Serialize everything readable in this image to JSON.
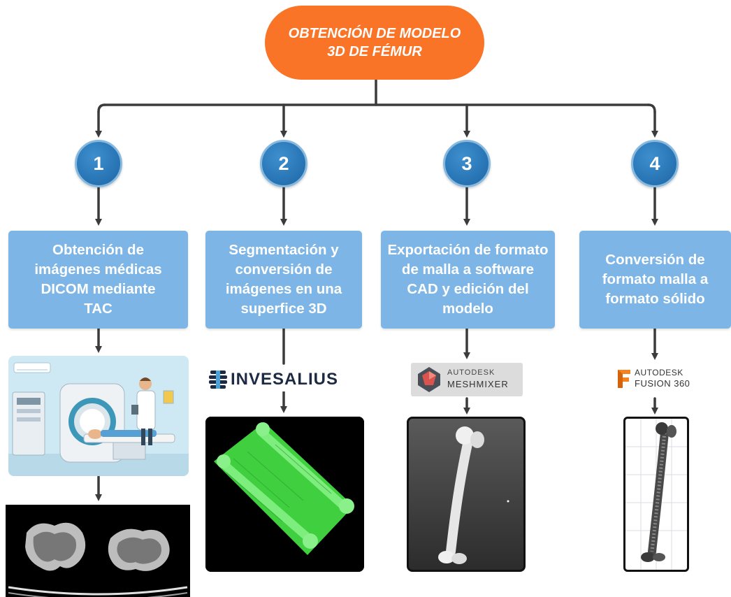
{
  "title": {
    "line1": "OBTENCIÓN DE MODELO",
    "line2": "3D DE FÉMUR",
    "color": "#f97426"
  },
  "colors": {
    "step_box": "#7cb5e6",
    "circle": "#2b78b8",
    "connector": "#3b3b3b"
  },
  "steps": [
    {
      "number": "1",
      "text": "Obtención de imágenes médicas DICOM mediante TAC"
    },
    {
      "number": "2",
      "text": "Segmentación y conversión de imágenes en una superfice 3D"
    },
    {
      "number": "3",
      "text": "Exportación de formato de malla a software CAD y edición del modelo"
    },
    {
      "number": "4",
      "text": "Conversión de formato malla a formato sólido"
    }
  ],
  "logos": {
    "invesalius": "INVESALIUS",
    "meshmixer_brand": "AUTODESK",
    "meshmixer_product": "MESHMIXER",
    "fusion_brand": "AUTODESK",
    "fusion_product": "FUSION 360"
  },
  "icons": {
    "step1_image": "ct-scanner-illustration",
    "step1_scan": "ct-slice-knee",
    "step2_image": "green-femur-mesh",
    "step3_image": "femur-render",
    "step4_image": "femur-wireframe"
  }
}
